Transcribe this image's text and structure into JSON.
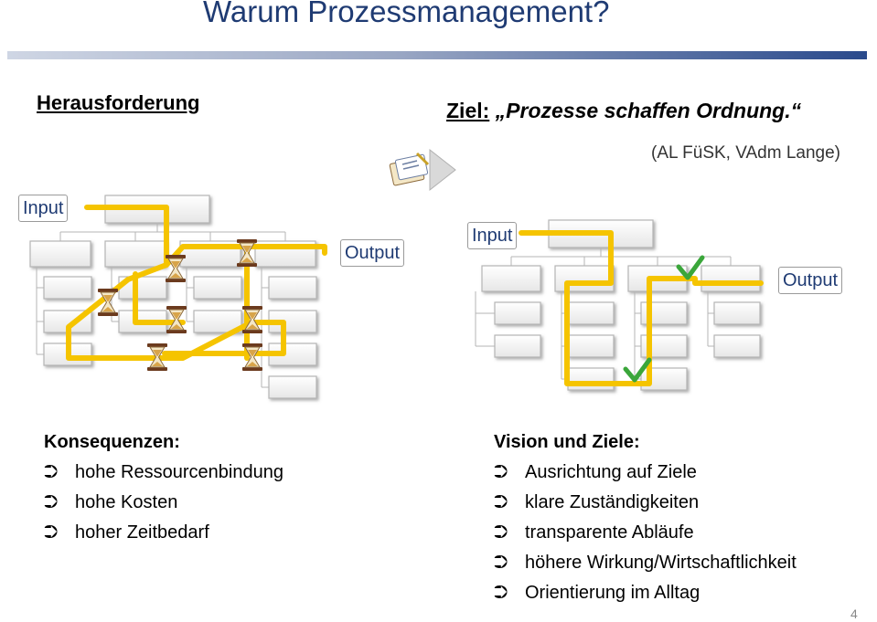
{
  "title": "Warum Prozessmanagement?",
  "left_heading": "Herausforderung",
  "goal": {
    "label": "Ziel:",
    "text": "„Prozesse schaffen Ordnung.“"
  },
  "attribution": "(AL FüSK, VAdm Lange)",
  "diagram_labels": {
    "left_input": "Input",
    "left_output": "Output",
    "right_input": "Input",
    "right_output": "Output"
  },
  "consequences": {
    "heading": "Konsequenzen:",
    "items": [
      "hohe Ressourcenbindung",
      "hohe Kosten",
      "hoher Zeitbedarf"
    ]
  },
  "vision": {
    "heading": "Vision und Ziele:",
    "items": [
      "Ausrichtung auf Ziele",
      "klare Zuständigkeiten",
      "transparente Abläufe",
      "höhere Wirkung/Wirtschaftlichkeit",
      "Orientierung im Alltag"
    ]
  },
  "bullet_glyph": "⮊",
  "page_number": "4",
  "colors": {
    "title": "#1f3b73",
    "path": "#f5c400",
    "check": "#3aa63a"
  },
  "icons": [
    "hourglass-icon",
    "checkmark-icon",
    "document-arrow-icon"
  ]
}
